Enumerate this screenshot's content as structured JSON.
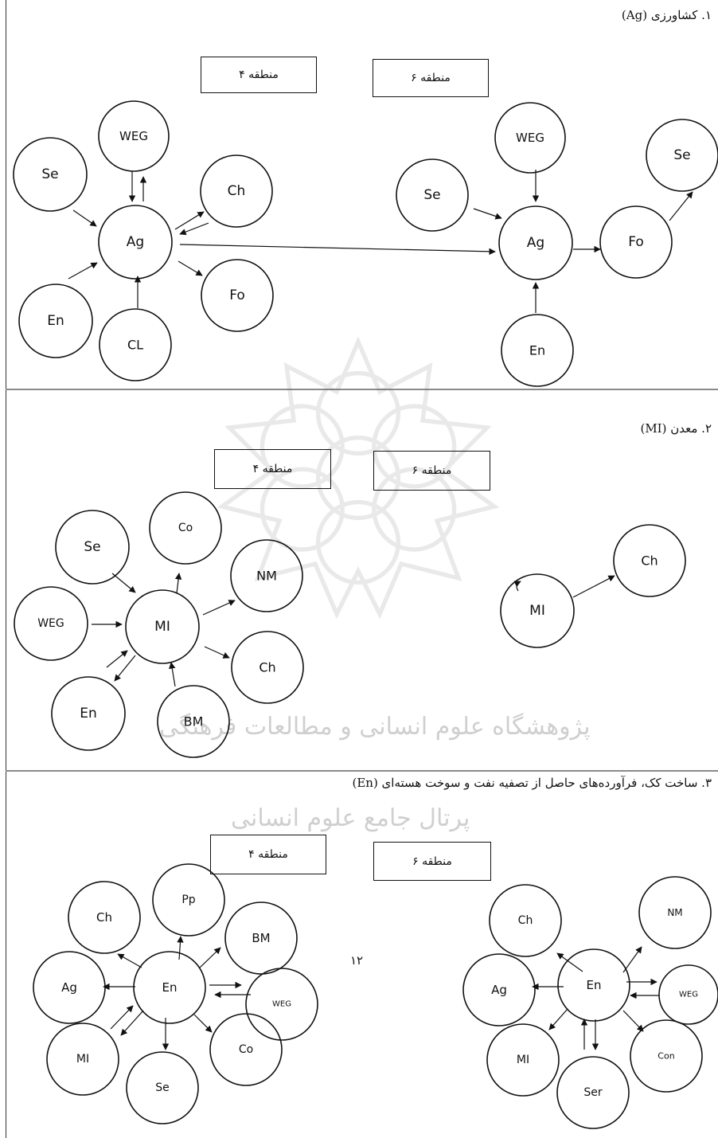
{
  "sections": [
    {
      "caption": "۱. کشاورزی (Ag)",
      "region_a": "منطقه ۴",
      "region_b": "منطقه ۶",
      "nodes": [
        {
          "id": "s1-se",
          "label": "Se"
        },
        {
          "id": "s1-weg",
          "label": "WEG"
        },
        {
          "id": "s1-ch",
          "label": "Ch"
        },
        {
          "id": "s1-ag",
          "label": "Ag"
        },
        {
          "id": "s1-fo",
          "label": "Fo"
        },
        {
          "id": "s1-en",
          "label": "En"
        },
        {
          "id": "s1-cl",
          "label": "CL"
        },
        {
          "id": "s1r-weg",
          "label": "WEG"
        },
        {
          "id": "s1r-se",
          "label": "Se"
        },
        {
          "id": "s1r-ag",
          "label": "Ag"
        },
        {
          "id": "s1r-fo",
          "label": "Fo"
        },
        {
          "id": "s1r-se2",
          "label": "Se"
        },
        {
          "id": "s1r-en",
          "label": "En"
        }
      ]
    },
    {
      "caption": "۲. معدن (MI)",
      "region_a": "منطقه ۴",
      "region_b": "منطقه ۶",
      "nodes": [
        {
          "id": "s2-se",
          "label": "Se"
        },
        {
          "id": "s2-co",
          "label": "Co"
        },
        {
          "id": "s2-nm",
          "label": "NM"
        },
        {
          "id": "s2-weg",
          "label": "WEG"
        },
        {
          "id": "s2-mi",
          "label": "MI"
        },
        {
          "id": "s2-ch",
          "label": "Ch"
        },
        {
          "id": "s2-en",
          "label": "En"
        },
        {
          "id": "s2-bm",
          "label": "BM"
        },
        {
          "id": "s2r-mi",
          "label": "MI"
        },
        {
          "id": "s2r-ch",
          "label": "Ch"
        }
      ]
    },
    {
      "caption": "۳. ساخت کک، فرآورده‌های حاصل از تصفیه نفت و سوخت هسته‌ای (En)",
      "region_a": "منطقه ۴",
      "region_b": "منطقه ۶",
      "nodes": [
        {
          "id": "s3-ch",
          "label": "Ch"
        },
        {
          "id": "s3-pp",
          "label": "Pp"
        },
        {
          "id": "s3-bm",
          "label": "BM"
        },
        {
          "id": "s3-ag",
          "label": "Ag"
        },
        {
          "id": "s3-en",
          "label": "En"
        },
        {
          "id": "s3-weg",
          "label": "WEG"
        },
        {
          "id": "s3-mi",
          "label": "MI"
        },
        {
          "id": "s3-co",
          "label": "Co"
        },
        {
          "id": "s3-se",
          "label": "Se"
        },
        {
          "id": "s3r-ch",
          "label": "Ch"
        },
        {
          "id": "s3r-nm",
          "label": "NM"
        },
        {
          "id": "s3r-ag",
          "label": "Ag"
        },
        {
          "id": "s3r-en",
          "label": "En"
        },
        {
          "id": "s3r-weg",
          "label": "WEG"
        },
        {
          "id": "s3r-mi",
          "label": "MI"
        },
        {
          "id": "s3r-con",
          "label": "Con"
        },
        {
          "id": "s3r-ser",
          "label": "Ser"
        }
      ]
    }
  ],
  "page_number": "۱۲",
  "watermark_text": [
    "پژوهشگاه علوم انسانی و مطالعات فرهنگی",
    "پرتال جامع علوم انسانی"
  ]
}
